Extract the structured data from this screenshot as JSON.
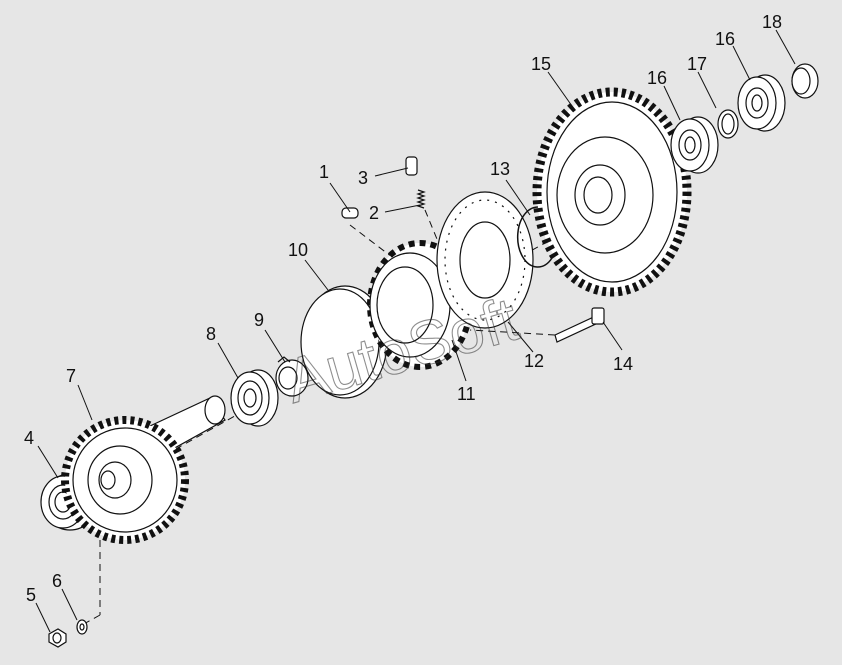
{
  "diagram": {
    "watermark": "AutoSoft",
    "colors": {
      "background": "#e6e6e6",
      "line": "#111111",
      "part_fill": "#ffffff"
    },
    "callouts": [
      "1",
      "2",
      "3",
      "4",
      "5",
      "6",
      "7",
      "8",
      "9",
      "10",
      "11",
      "12",
      "13",
      "14",
      "15",
      "16",
      "16",
      "17",
      "18"
    ]
  }
}
